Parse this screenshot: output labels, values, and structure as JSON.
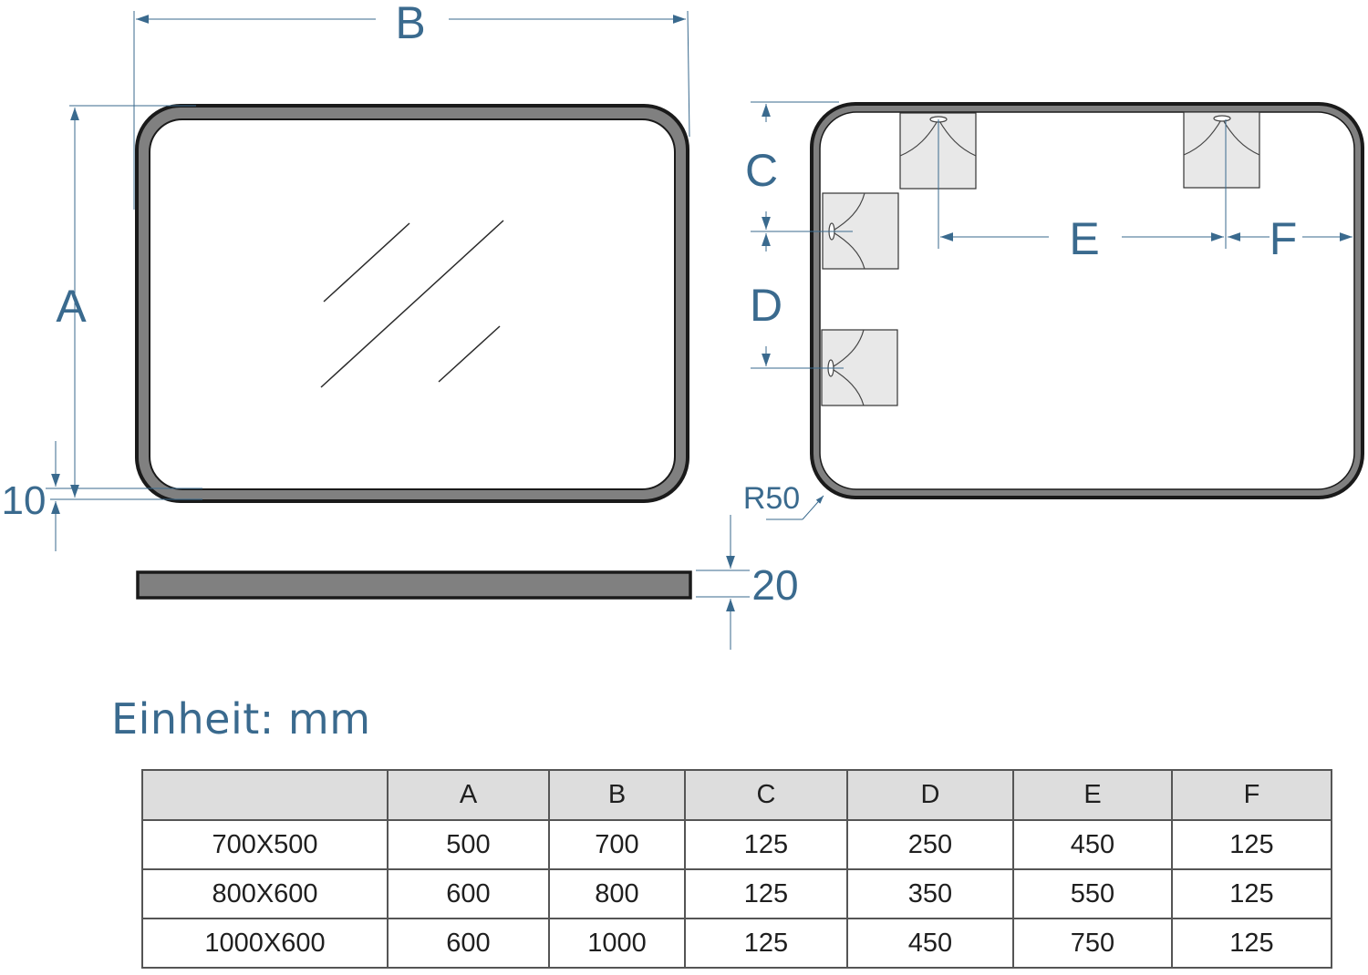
{
  "diagram": {
    "labels": {
      "a": "A",
      "b": "B",
      "c": "C",
      "d": "D",
      "e": "E",
      "f": "F",
      "frame_width": "10",
      "radius": "R50",
      "depth": "20"
    }
  },
  "unit_label": "Einheit: mm",
  "table": {
    "headers": [
      "",
      "A",
      "B",
      "C",
      "D",
      "E",
      "F"
    ],
    "rows": [
      [
        "700X500",
        "500",
        "700",
        "125",
        "250",
        "450",
        "125"
      ],
      [
        "800X600",
        "600",
        "800",
        "125",
        "350",
        "550",
        "125"
      ],
      [
        "1000X600",
        "600",
        "1000",
        "125",
        "450",
        "750",
        "125"
      ]
    ]
  },
  "colors": {
    "dimension": "#3a6a8e",
    "frame": "#808080",
    "outline": "#1a1a1a",
    "bracket": "#e8e8e8"
  }
}
